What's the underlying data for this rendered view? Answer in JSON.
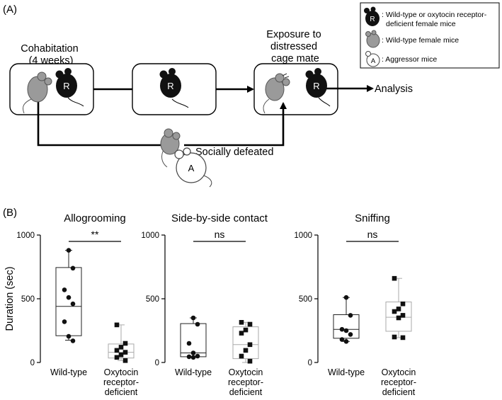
{
  "panel_a": {
    "label": "(A)",
    "step1_caption_lines": [
      "Cohabitation",
      "(4 weeks)"
    ],
    "step3_caption_lines": [
      "Exposure to",
      "distressed",
      "cage mate"
    ],
    "analysis_label": "Analysis",
    "defeated_label": "Socially defeated",
    "resident_marker": "R",
    "aggressor_marker": "A",
    "legend": [
      {
        "icon": "black-mouse-icon",
        "marker": "R",
        "lines": [
          ": Wild-type or oxytocin receptor-",
          "deficient female mice"
        ]
      },
      {
        "icon": "gray-mouse-icon",
        "marker": "",
        "lines": [
          ": Wild-type female mice"
        ]
      },
      {
        "icon": "white-mouse-icon",
        "marker": "A",
        "lines": [
          ": Aggressor mice"
        ]
      }
    ]
  },
  "panel_b": {
    "label": "(B)",
    "ylabel": "Duration (sec)",
    "colors": {
      "wildtype_box": "#222222",
      "oxtr_box": "#aaaaaa",
      "points": "#111111"
    }
  },
  "chart_data": [
    {
      "type": "box",
      "title": "Allogrooming",
      "categories": [
        "Wild-type",
        "Oxytocin receptor-deficient"
      ],
      "category_label_lines": [
        [
          "Wild-type"
        ],
        [
          "Oxytocin",
          "receptor-",
          "deficient"
        ]
      ],
      "ylim": [
        0,
        1000
      ],
      "yticks": [
        0,
        500,
        1000
      ],
      "significance": "**",
      "boxes": [
        {
          "min": 175,
          "q1": 210,
          "median": 440,
          "q3": 745,
          "max": 880
        },
        {
          "min": 15,
          "q1": 35,
          "median": 80,
          "q3": 145,
          "max": 295
        }
      ],
      "points": [
        [
          880,
          740,
          570,
          510,
          460,
          320,
          205,
          170
        ],
        [
          295,
          150,
          120,
          95,
          80,
          60,
          40,
          15
        ]
      ]
    },
    {
      "type": "box",
      "title": "Side-by-side contact",
      "categories": [
        "Wild-type",
        "Oxytocin receptor-deficient"
      ],
      "category_label_lines": [
        [
          "Wild-type"
        ],
        [
          "Oxytocin",
          "receptor-",
          "deficient"
        ]
      ],
      "ylim": [
        0,
        1000
      ],
      "yticks": [
        0,
        500,
        1000
      ],
      "significance": "ns",
      "boxes": [
        {
          "min": 40,
          "q1": 45,
          "median": 75,
          "q3": 305,
          "max": 350
        },
        {
          "min": 0,
          "q1": 30,
          "median": 140,
          "q3": 280,
          "max": 315
        }
      ],
      "points": [
        [
          350,
          300,
          150,
          75,
          50,
          45,
          40
        ],
        [
          315,
          300,
          255,
          230,
          140,
          95,
          50,
          10
        ]
      ]
    },
    {
      "type": "box",
      "title": "Sniffing",
      "categories": [
        "Wild-type",
        "Oxytocin receptor-deficient"
      ],
      "category_label_lines": [
        [
          "Wild-type"
        ],
        [
          "Oxytocin",
          "receptor-",
          "deficient"
        ]
      ],
      "ylim": [
        0,
        1000
      ],
      "yticks": [
        0,
        500,
        1000
      ],
      "significance": "ns",
      "boxes": [
        {
          "min": 165,
          "q1": 190,
          "median": 260,
          "q3": 375,
          "max": 510
        },
        {
          "min": 195,
          "q1": 245,
          "median": 355,
          "q3": 475,
          "max": 660
        }
      ],
      "points": [
        [
          510,
          370,
          260,
          250,
          220,
          180,
          165
        ],
        [
          660,
          460,
          420,
          400,
          370,
          350,
          200,
          195
        ]
      ]
    }
  ]
}
